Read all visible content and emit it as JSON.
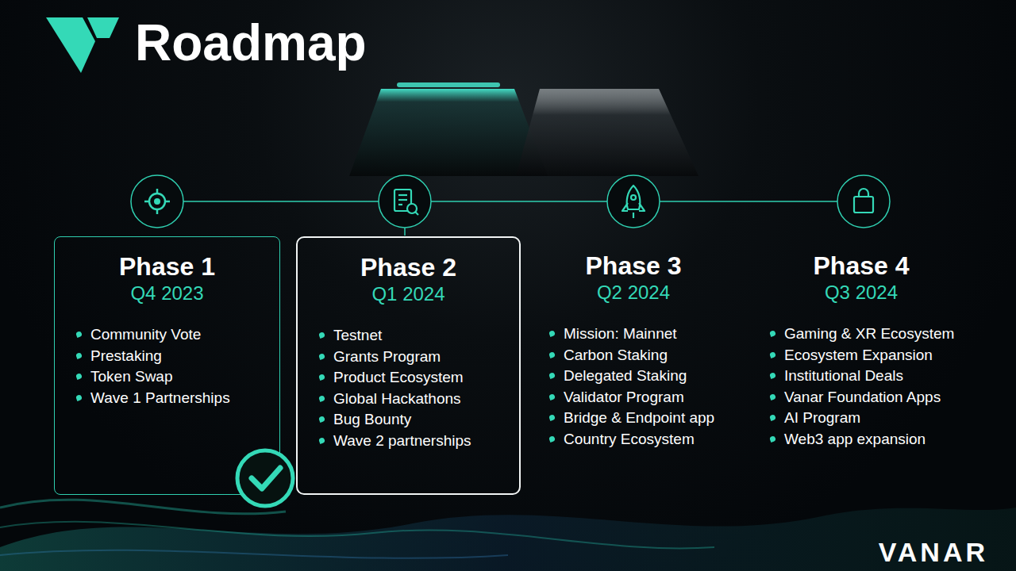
{
  "diagram": {
    "title": "Roadmap",
    "nodes": [
      {
        "text": [
          "Phase 1",
          "Q4 2023",
          "Community Vote",
          "Prestaking",
          "Token Swap",
          "Wave 1 Partnerships"
        ]
      },
      {
        "text": [
          "Phase 2",
          "Q1 2024",
          "Testnet",
          "Grants Program",
          "Product Ecosystem",
          "Global Hackathons",
          "Bug Bounty",
          "Wave 2 partnerships"
        ]
      }
    ],
    "labels": [
      "Phase 3",
      "Q2 2024",
      "Mission: Mainnet",
      "Carbon Staking",
      "Delegated Staking",
      "Validator Program",
      "Bridge & Endpoint app",
      "Country Ecosystem",
      "Phase 4",
      "Q3 2024",
      "Gaming & XR Ecosystem",
      "Ecosystem Expansion",
      "Institutional Deals",
      "Vanar Foundation Apps",
      "AI Program",
      "Web3 app expansion",
      "VANAR"
    ]
  }
}
